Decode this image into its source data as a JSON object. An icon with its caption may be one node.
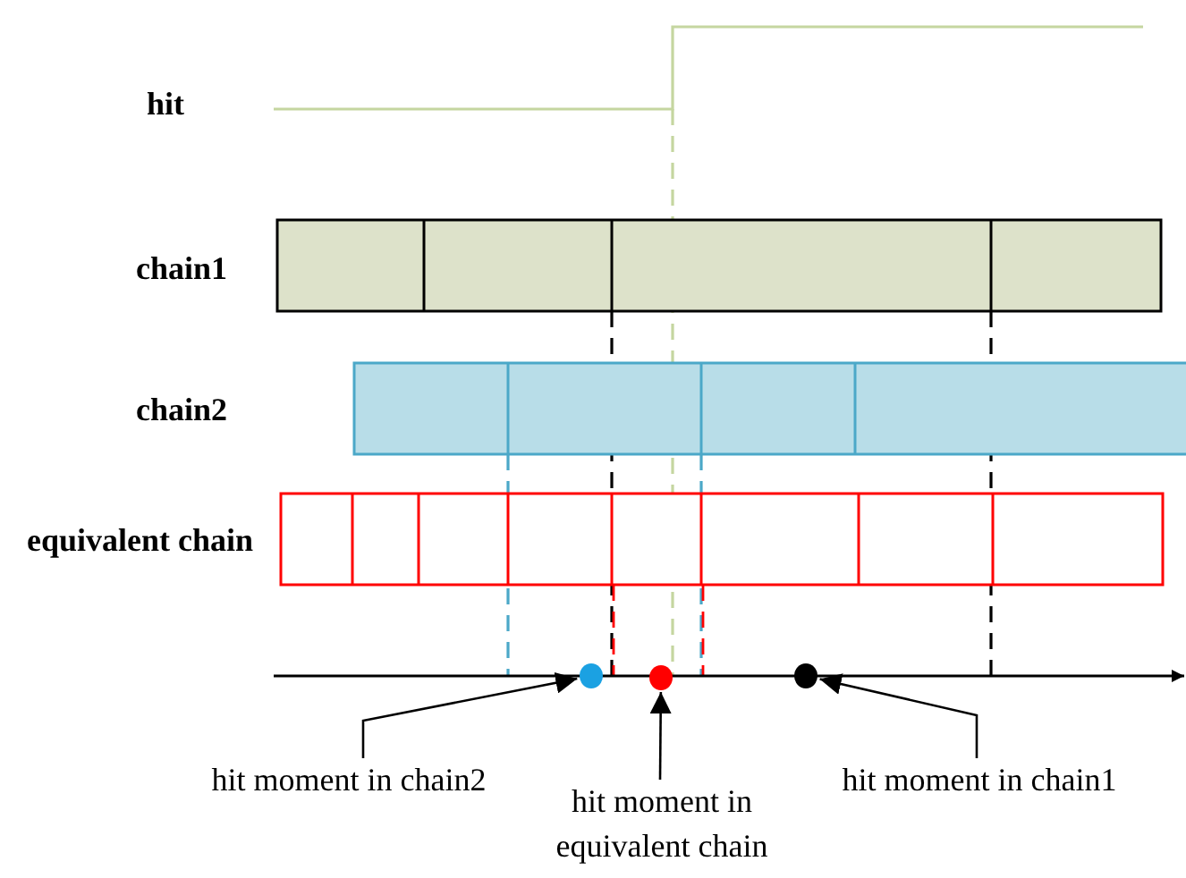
{
  "diagram": {
    "nodes": [
      {
        "text": [],
        "shape": "circle"
      },
      {
        "text": [],
        "shape": "circle"
      },
      {
        "text": [],
        "shape": "circle"
      },
      {
        "text": [
          "hit moment in chain2"
        ]
      },
      {
        "text": [
          "hit moment in equivalent chain"
        ]
      },
      {
        "text": [
          "hit moment in chain1"
        ]
      }
    ],
    "edges": [
      {
        "from": 3,
        "to": 0,
        "arrow": "to"
      },
      {
        "from": 4,
        "to": 1,
        "arrow": "to"
      },
      {
        "from": 5,
        "to": 2,
        "arrow": "to"
      }
    ],
    "labels": [
      "hit",
      "chain1",
      "chain2",
      "equivalent chain"
    ]
  }
}
